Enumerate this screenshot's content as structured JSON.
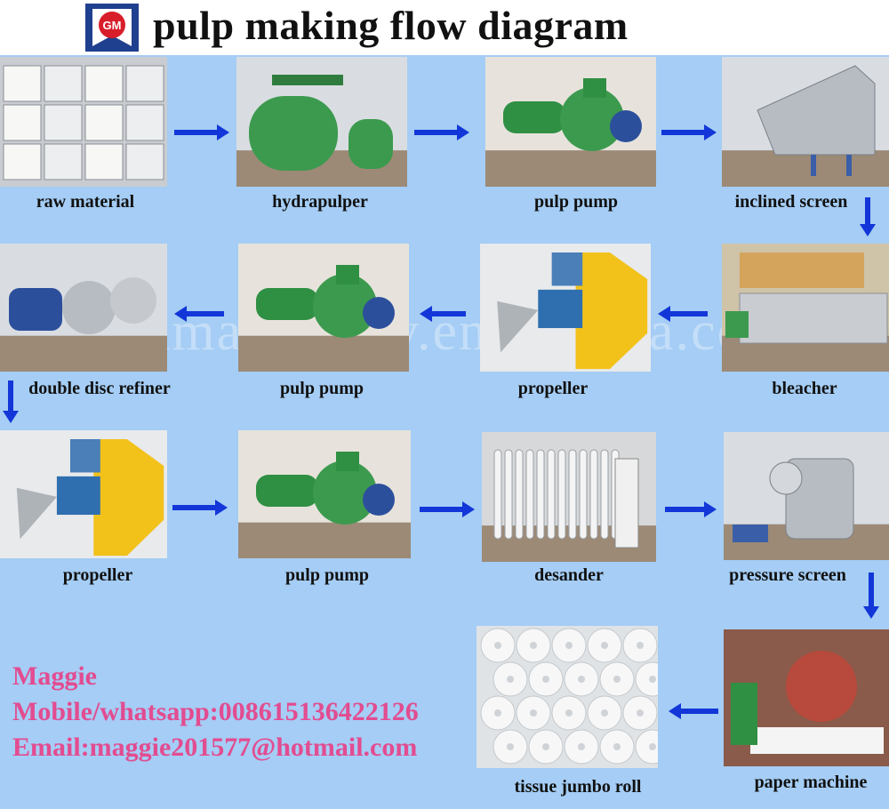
{
  "title": "pulp making flow diagram",
  "logo": {
    "letters": "GM",
    "icon": "gm-logo-icon",
    "colors": {
      "blue": "#1f3f8f",
      "red": "#d81e2a"
    }
  },
  "watermark": "gmmachinery.en.alibaba.com",
  "colors": {
    "background": "#a5cdf5",
    "arrow": "#1236d8",
    "contact_text": "#e24c90"
  },
  "steps": [
    {
      "label": "raw material",
      "icon": "stacked-paper-photo"
    },
    {
      "label": "hydrapulper",
      "icon": "tank-photo"
    },
    {
      "label": "pulp pump",
      "icon": "pump-photo"
    },
    {
      "label": "inclined screen",
      "icon": "screen-photo"
    },
    {
      "label": "bleacher",
      "icon": "bleacher-photo"
    },
    {
      "label": "propeller",
      "icon": "propeller-photo"
    },
    {
      "label": "pulp pump",
      "icon": "pump-photo"
    },
    {
      "label": "double disc refiner",
      "icon": "refiner-photo"
    },
    {
      "label": "propeller",
      "icon": "propeller-photo"
    },
    {
      "label": "pulp pump",
      "icon": "pump-photo"
    },
    {
      "label": "desander",
      "icon": "desander-photo"
    },
    {
      "label": "pressure screen",
      "icon": "pressure-screen-photo"
    },
    {
      "label": "paper machine",
      "icon": "paper-machine-photo"
    },
    {
      "label": "tissue jumbo roll",
      "icon": "jumbo-roll-photo"
    }
  ],
  "contact": {
    "name": "Maggie",
    "mobile": "Mobile/whatsapp:008615136422126",
    "email": "Email:maggie201577@hotmail.com"
  }
}
